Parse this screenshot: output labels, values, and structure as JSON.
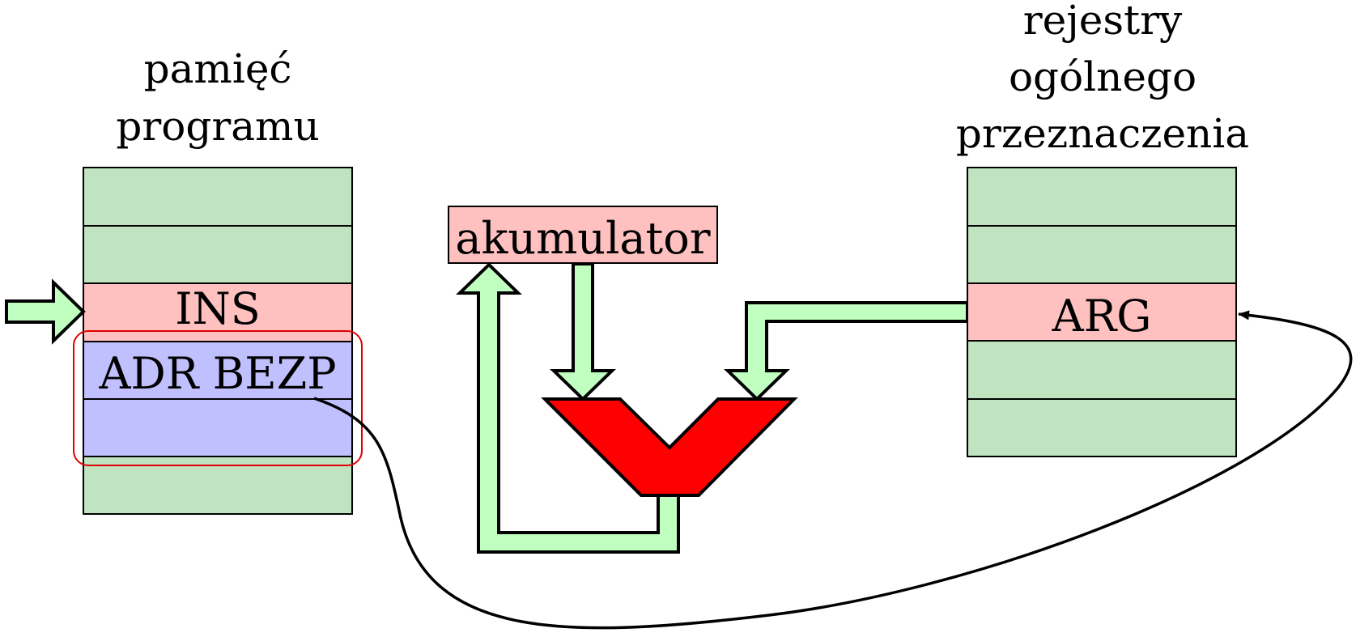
{
  "labels": {
    "program_memory": [
      "pamięć",
      "programu"
    ],
    "general_registers": [
      "rejestry",
      "ogólnego",
      "przeznaczenia"
    ],
    "accumulator": "akumulator",
    "instruction": "INS",
    "absolute_address": "ADR BEZP",
    "argument": "ARG"
  },
  "colors": {
    "cell_green": "#c0e4c0",
    "cell_pink": "#ffc0c0",
    "cell_blue": "#c0c0ff",
    "arrow_green": "#c0ffc0",
    "alu_red": "#ff0000",
    "highlight_outline": "#e00000",
    "stroke": "#000000"
  }
}
